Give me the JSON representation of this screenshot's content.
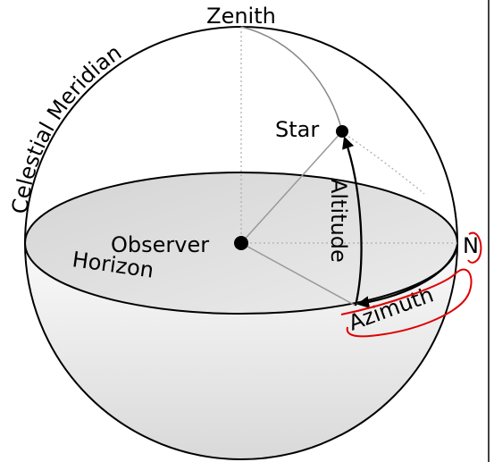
{
  "labels": {
    "zenith": "Zenith",
    "celestial_meridian": "Celestial Meridian",
    "star": "Star",
    "altitude": "Altitude",
    "observer": "Observer",
    "horizon": "Horizon",
    "azimuth": "Azimuth",
    "north": "N"
  },
  "colors": {
    "outline": "#000000",
    "dashed_guides": "#b0b0b0",
    "star_path": "#888888",
    "horizon_fill": "#e0e0e0",
    "lower_hemisphere_fill": "#ebebeb",
    "annotation": "#e00000"
  }
}
